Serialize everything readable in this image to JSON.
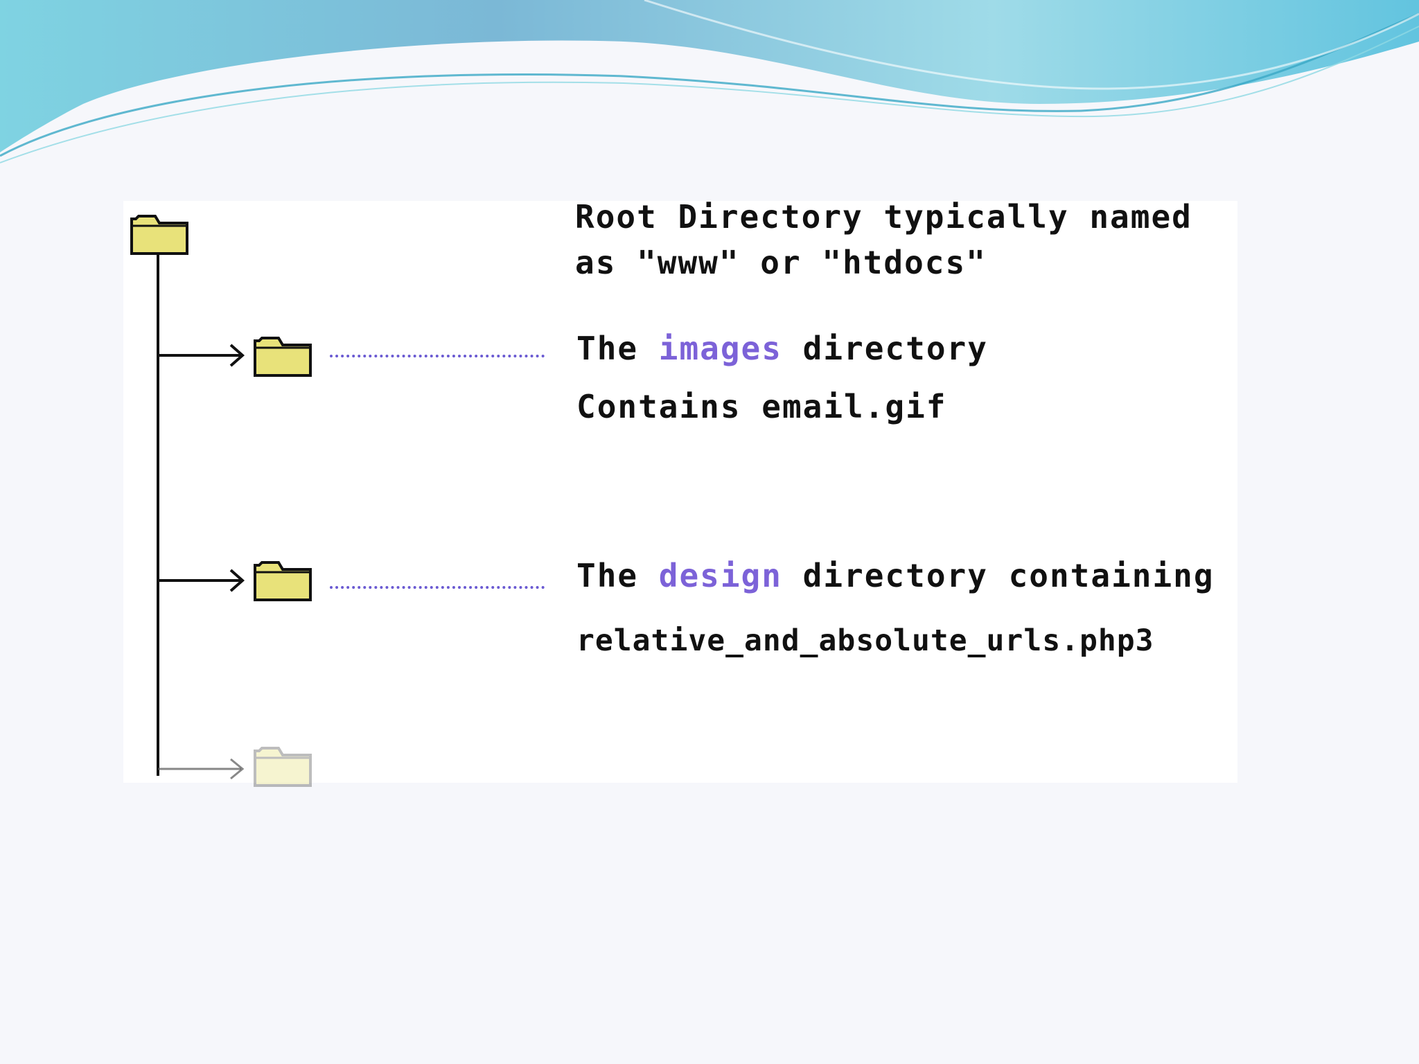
{
  "diagram": {
    "root": {
      "icon": "folder-icon",
      "caption_line1": "Root Directory typically named",
      "caption_line2": "as \"www\" or \"htdocs\""
    },
    "images_dir": {
      "icon": "folder-icon",
      "line1_prefix": "The ",
      "line1_highlight": "images",
      "line1_suffix": " directory",
      "line2": "Contains email.gif"
    },
    "design_dir": {
      "icon": "folder-icon",
      "line1_prefix": "The ",
      "line1_highlight": "design",
      "line1_suffix": " directory containing",
      "line2": "relative_and_absolute_urls.php3"
    },
    "faded_dir": {
      "icon": "folder-icon"
    }
  },
  "colors": {
    "highlight": "#7c62d8",
    "folder_fill": "#e8e27a",
    "wave_dark": "#6fb3d6",
    "wave_light": "#9be4ea"
  }
}
